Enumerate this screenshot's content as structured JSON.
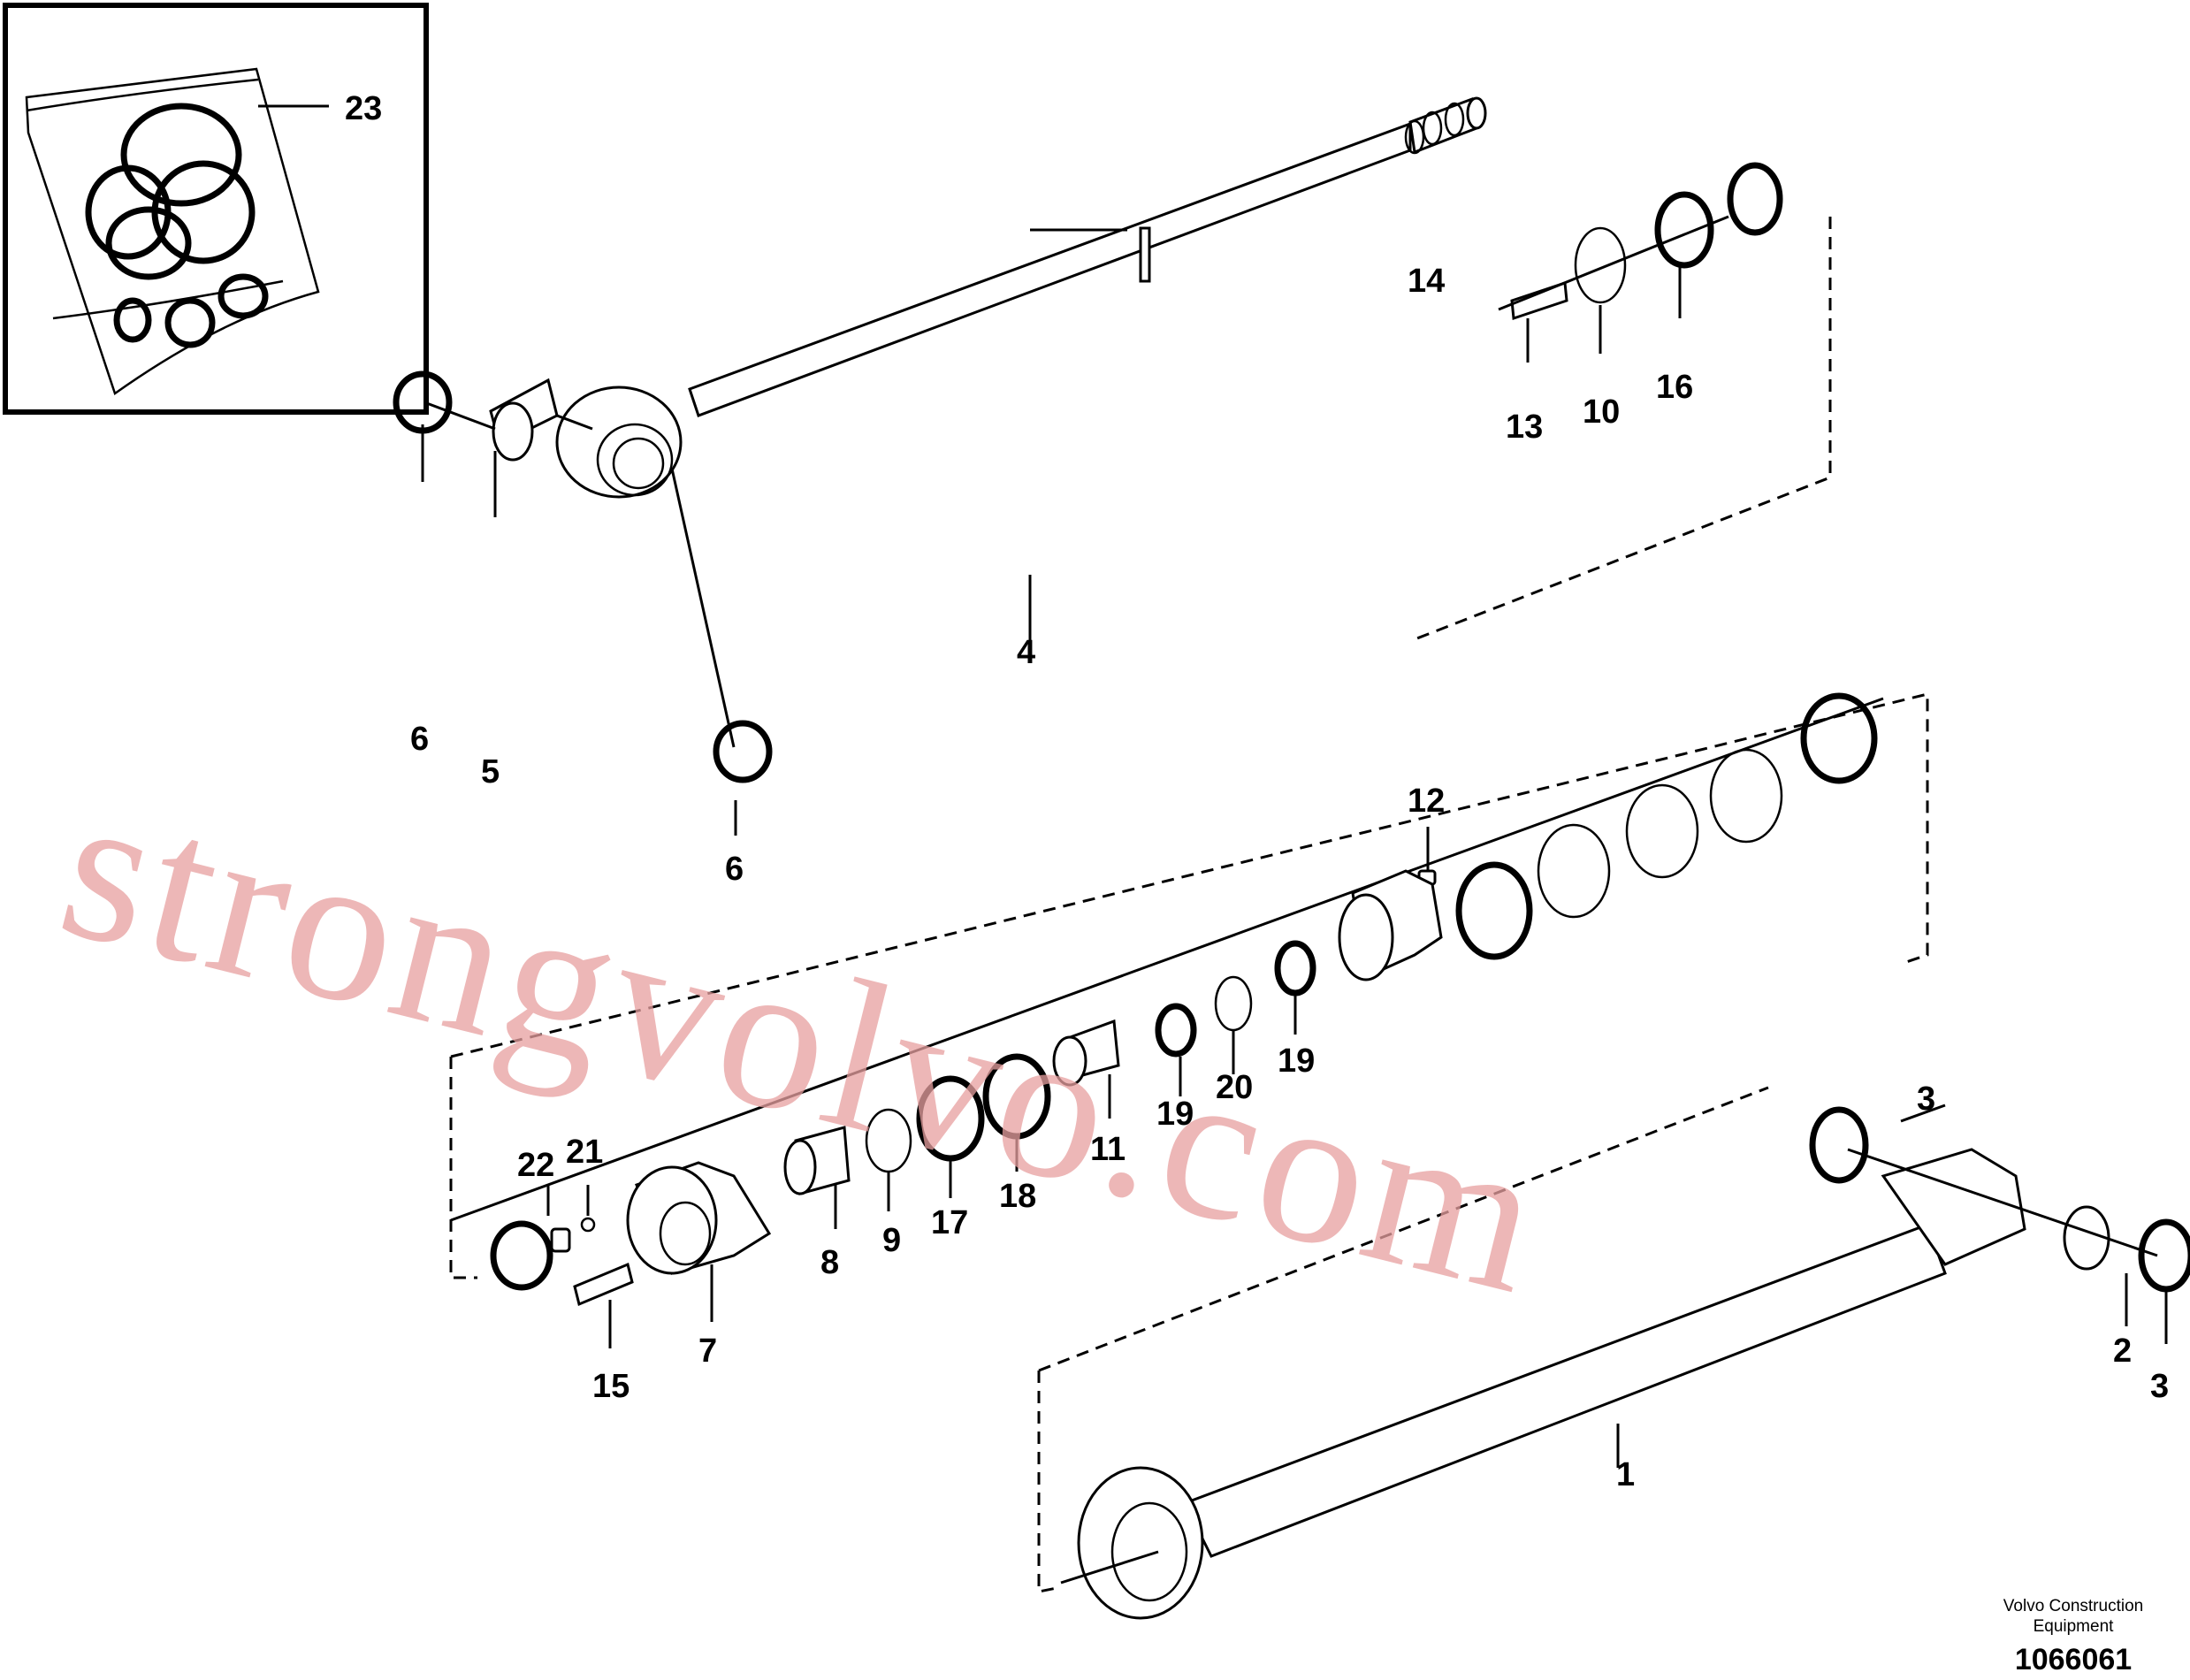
{
  "labels": {
    "l1": "1",
    "l2": "2",
    "l3a": "3",
    "l3b": "3",
    "l4": "4",
    "l5": "5",
    "l6a": "6",
    "l6b": "6",
    "l7": "7",
    "l8": "8",
    "l9": "9",
    "l10": "10",
    "l11": "11",
    "l12": "12",
    "l13": "13",
    "l14": "14",
    "l15": "15",
    "l16": "16",
    "l17": "17",
    "l18": "18",
    "l19a": "19",
    "l19b": "19",
    "l20": "20",
    "l21": "21",
    "l22": "22",
    "l23": "23"
  },
  "watermark": "strongvolvo.com",
  "footer": {
    "company_line1": "Volvo Construction",
    "company_line2": "Equipment",
    "drawing_number": "1066061"
  }
}
